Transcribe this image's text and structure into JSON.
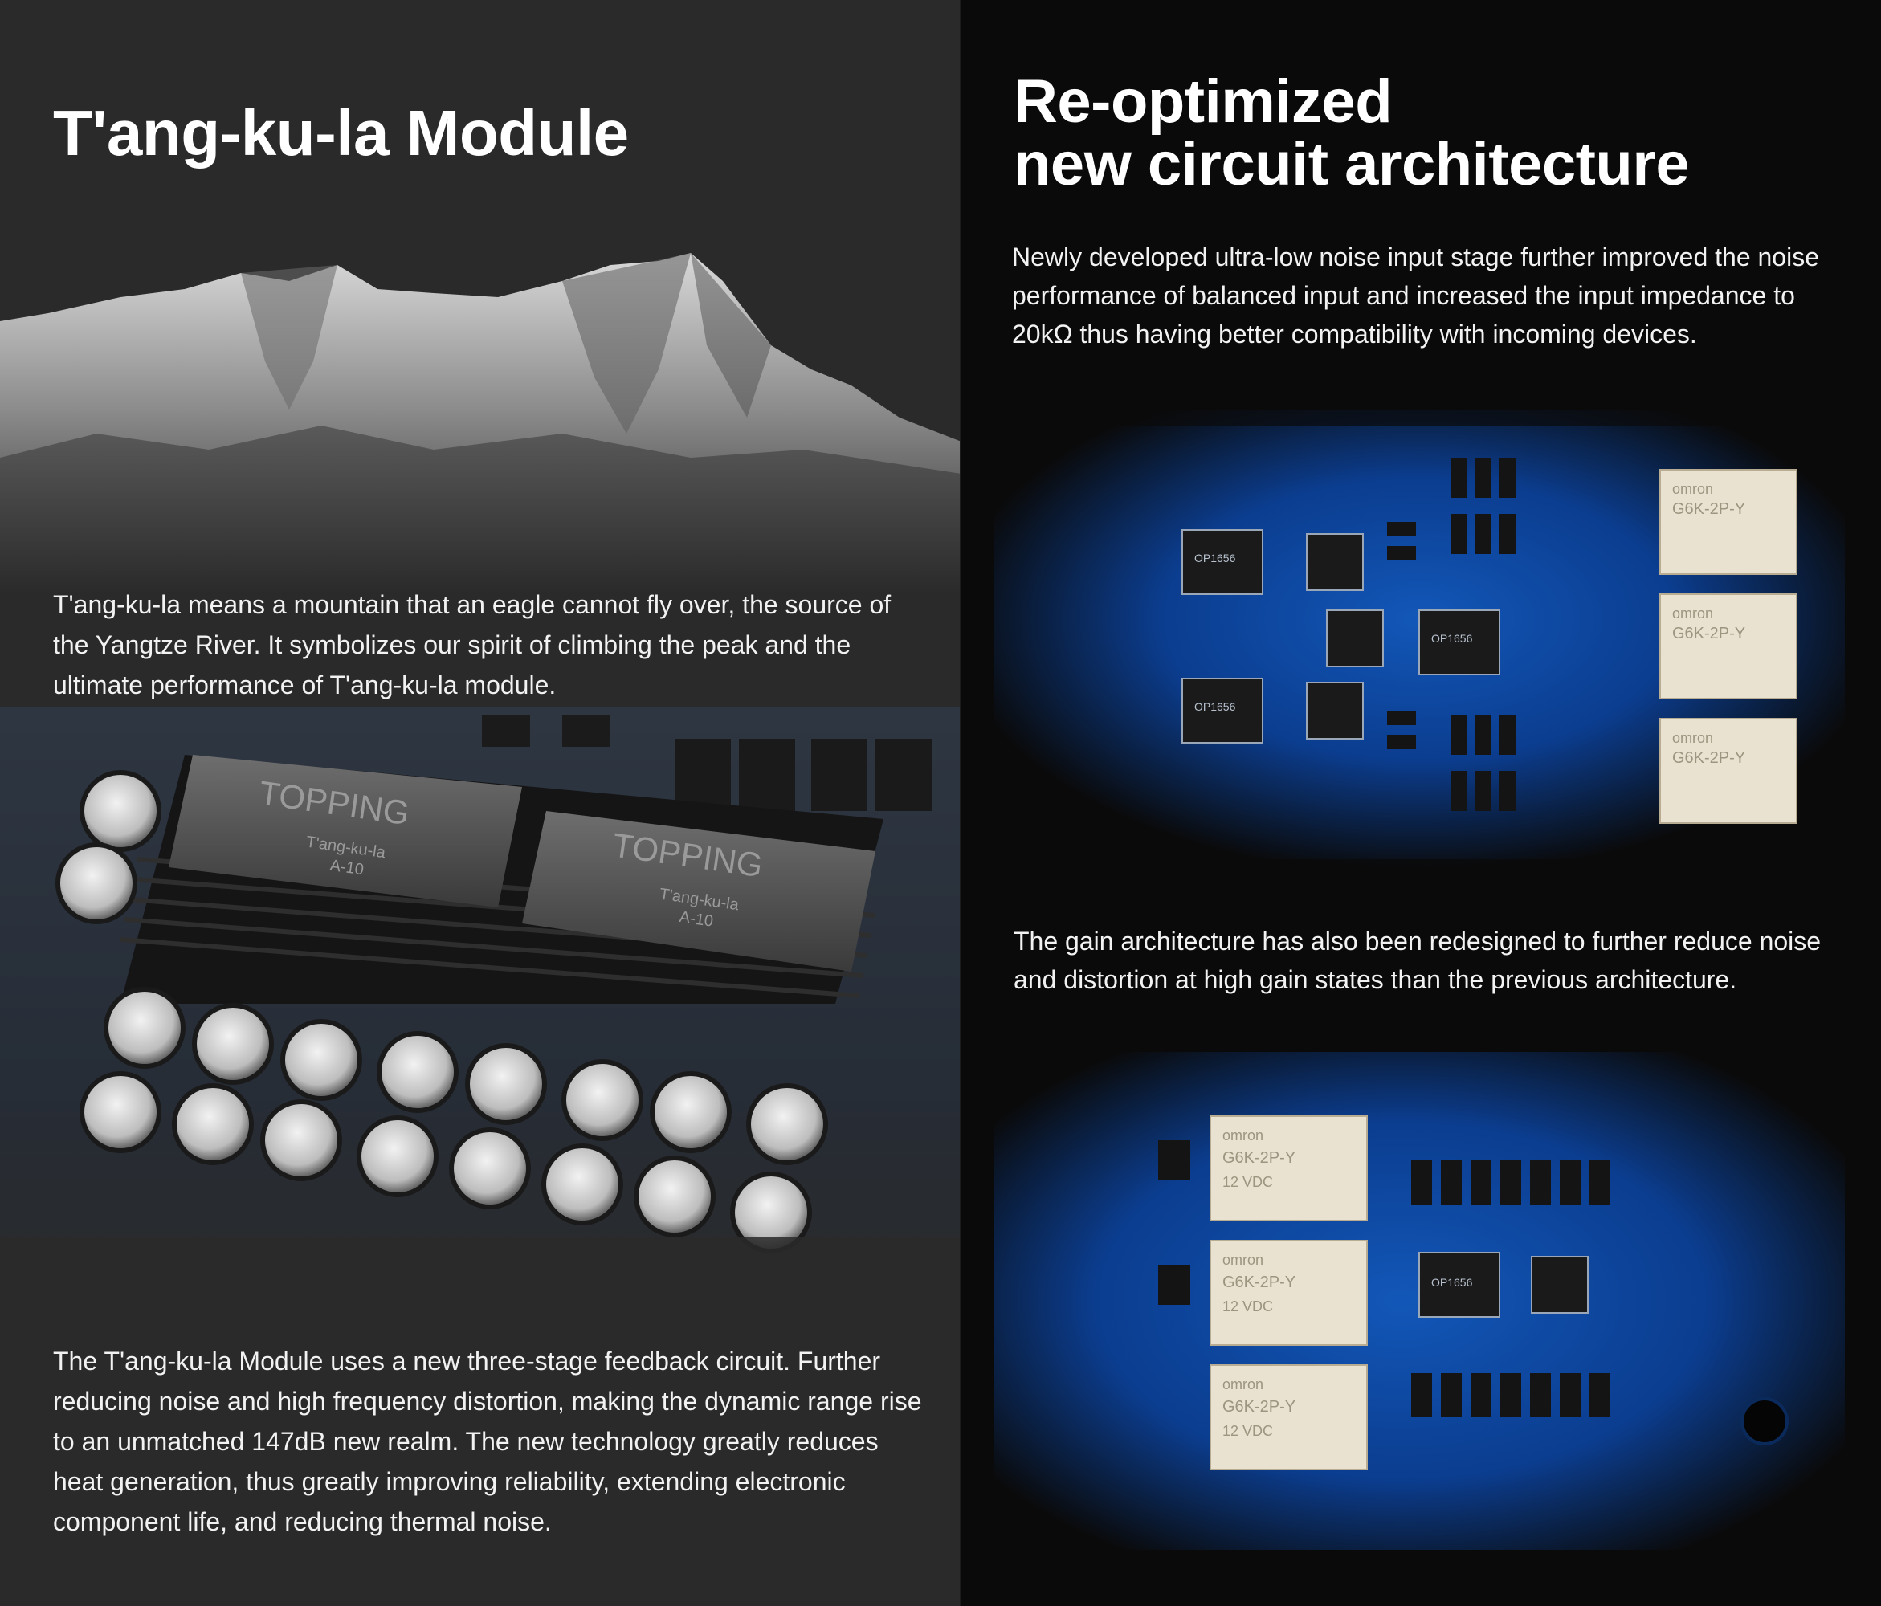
{
  "left": {
    "title": "T'ang-ku-la Module",
    "paragraph_1": "T'ang-ku-la means a mountain that an eagle cannot fly over, the source of the Yangtze River. It symbolizes our spirit of climbing the peak and the ultimate performance of T'ang-ku-la module.",
    "paragraph_2": "The T'ang-ku-la Module uses a new three-stage feedback circuit. Further reducing noise and high frequency distortion, making the dynamic range rise to an unmatched 147dB new realm. The new technology greatly reduces heat generation, thus greatly improving reliability, extending electronic component life, and reducing thermal noise.",
    "module_brand": "TOPPING",
    "module_name": "T'ang-ku-la",
    "module_model": "A-10"
  },
  "right": {
    "title_line_1": "Re-optimized",
    "title_line_2": "new circuit architecture",
    "paragraph_1": "Newly developed ultra-low noise input stage further improved the noise performance of balanced input and increased the input impedance to 20kΩ thus having better compatibility with incoming devices.",
    "paragraph_2": "The gain architecture has also been redesigned to further reduce noise and distortion at high gain states than the previous architecture.",
    "chip_label": "OP1656",
    "relay_brand": "omron",
    "relay_model": "G6K-2P-Y",
    "relay_voltage": "12 VDC"
  },
  "colors": {
    "page_bg": "#252525",
    "left_bg": "#2a2a2a",
    "right_bg": "#0a0a0a",
    "pcb_blue": "#0b3d8f",
    "text": "#ffffff"
  }
}
